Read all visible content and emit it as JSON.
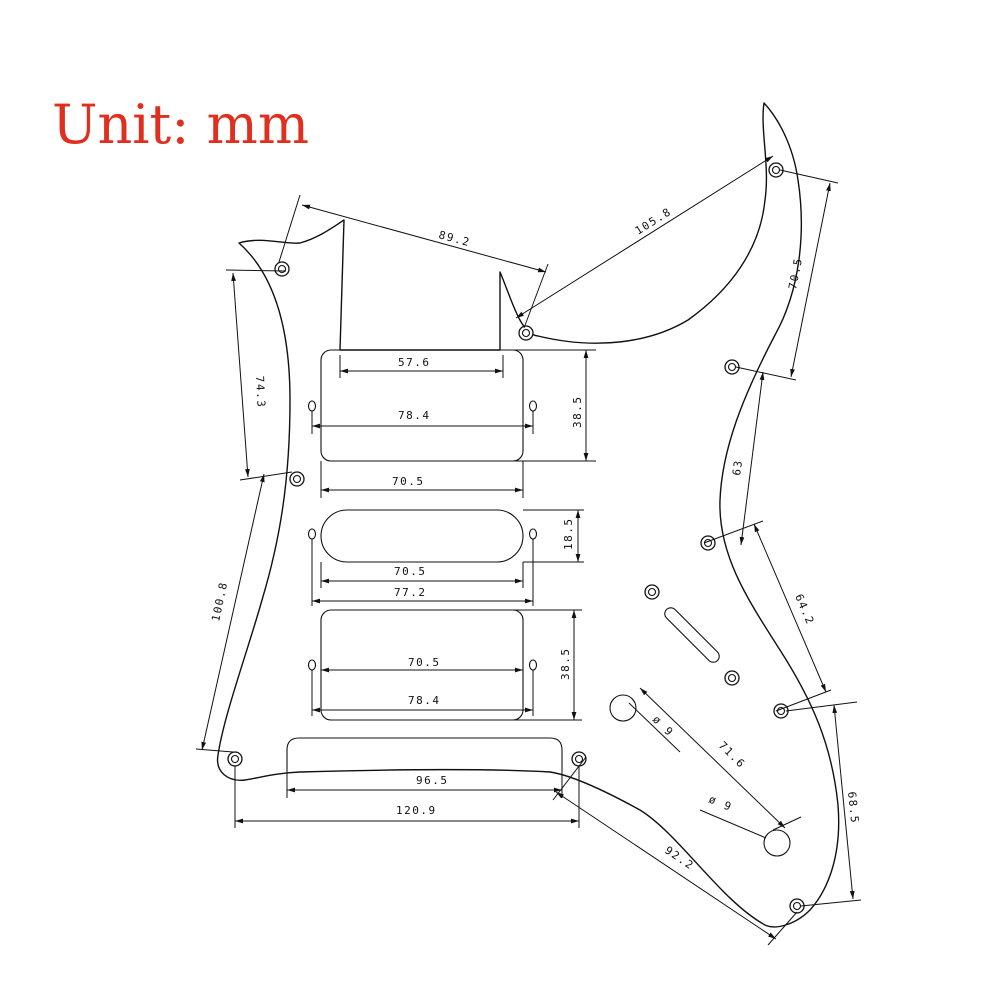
{
  "title": "Unit: mm",
  "dimensions": {
    "screw_top_left": "89.2",
    "screw_top_right": "105.8",
    "right_upper": "70.5",
    "left_upper": "74.3",
    "humbucker_top_inner_width": "57.6",
    "humbucker_top_mount_width": "78.4",
    "humbucker_top_height": "38.5",
    "humbucker_top_width": "70.5",
    "single_coil_height": "18.5",
    "single_coil_width": "70.5",
    "single_coil_mount_width": "77.2",
    "right_mid": "63",
    "left_long": "100.8",
    "right_lower": "64.2",
    "humbucker_bottom_width": "70.5",
    "humbucker_bottom_height": "38.5",
    "humbucker_bottom_mount_width": "78.4",
    "knob_spacing": "71.6",
    "knob_hole_a": "ø 9",
    "knob_hole_b": "ø 9",
    "right_bottom": "68.5",
    "cavity_width": "96.5",
    "bottom_screws": "120.9",
    "bottom_diag": "92.2"
  }
}
